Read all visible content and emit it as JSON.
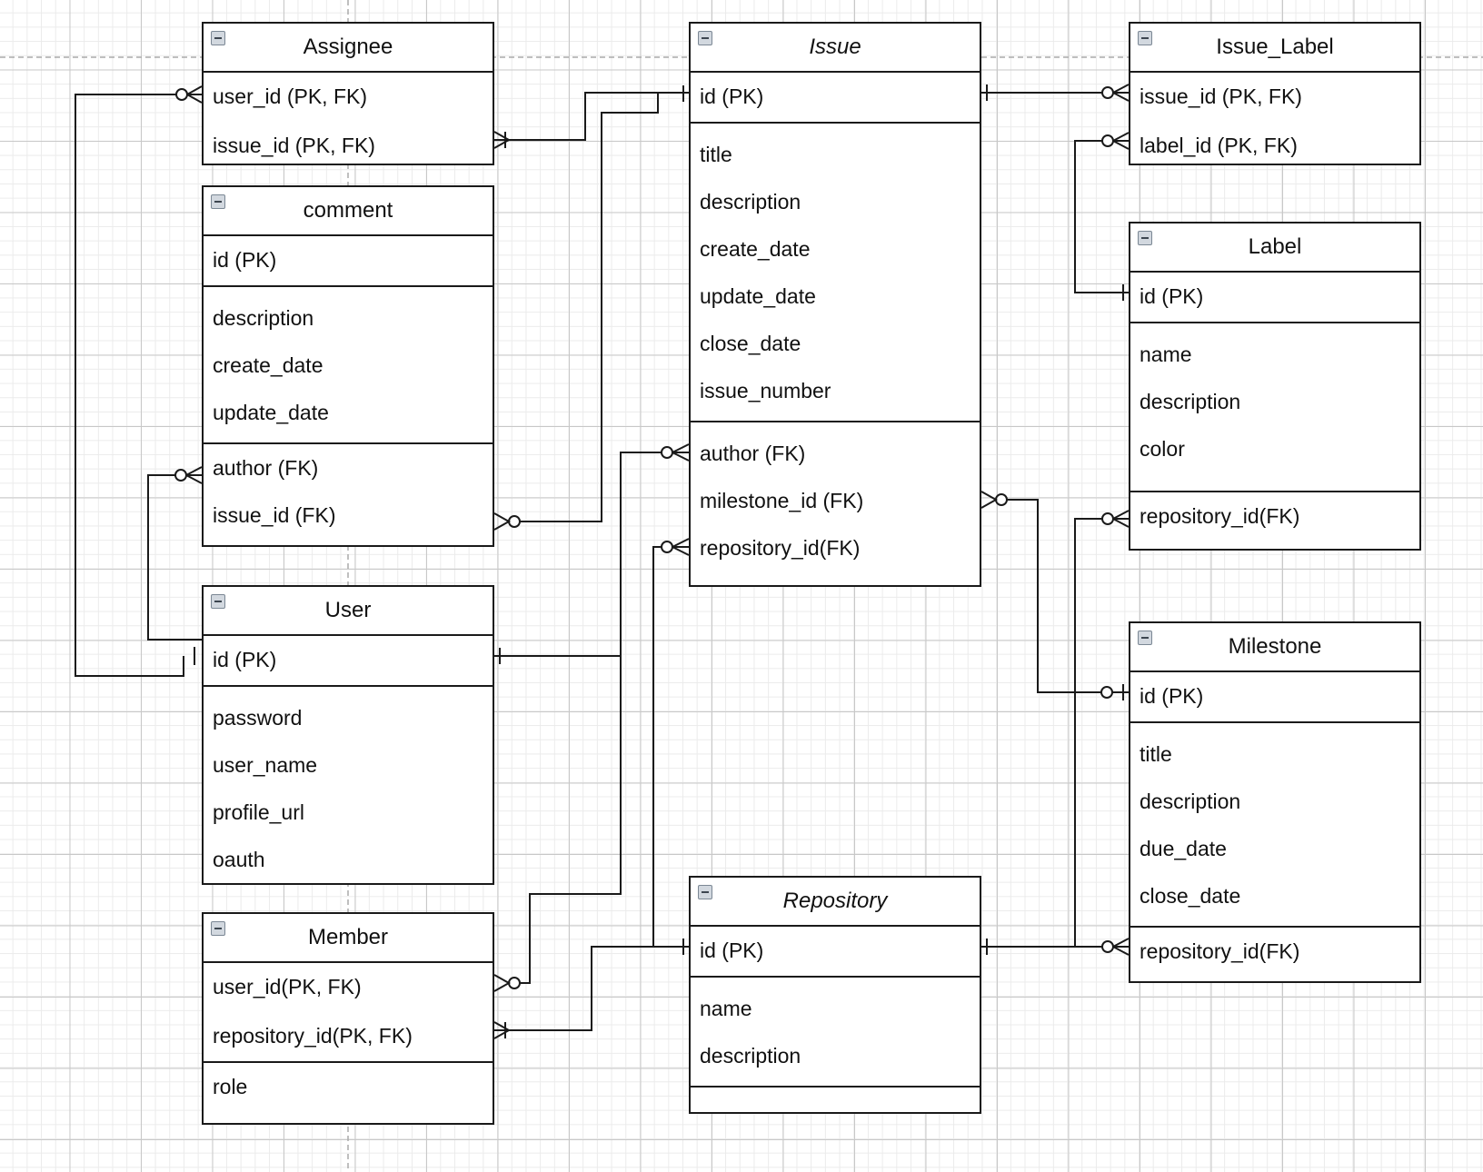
{
  "diagram": {
    "entities": {
      "assignee": {
        "title": "Assignee",
        "key_rows": [
          "user_id (PK, FK)",
          "issue_id (PK, FK)"
        ]
      },
      "comment": {
        "title": "comment",
        "key_rows": [
          "id (PK)"
        ],
        "attribute_rows": [
          "description",
          "create_date",
          "update_date"
        ],
        "fk_rows": [
          "author (FK)",
          "issue_id (FK)"
        ]
      },
      "user": {
        "title": "User",
        "key_rows": [
          "id (PK)"
        ],
        "attribute_rows": [
          "password",
          "user_name",
          "profile_url",
          "oauth"
        ]
      },
      "member": {
        "title": "Member",
        "key_rows": [
          "user_id(PK, FK)",
          "repository_id(PK, FK)"
        ],
        "attribute_rows": [
          "role"
        ]
      },
      "issue": {
        "title": "Issue",
        "key_rows": [
          "id (PK)"
        ],
        "attribute_rows": [
          "title",
          "description",
          "create_date",
          "update_date",
          "close_date",
          "issue_number"
        ],
        "fk_rows": [
          "author (FK)",
          "milestone_id (FK)",
          "repository_id(FK)"
        ]
      },
      "repository": {
        "title": "Repository",
        "key_rows": [
          "id (PK)"
        ],
        "attribute_rows": [
          "name",
          "description"
        ]
      },
      "issue_label": {
        "title": "Issue_Label",
        "key_rows": [
          "issue_id (PK, FK)",
          "label_id (PK, FK)"
        ]
      },
      "label": {
        "title": "Label",
        "key_rows": [
          "id (PK)"
        ],
        "attribute_rows": [
          "name",
          "description",
          "color"
        ],
        "fk_rows": [
          "repository_id(FK)"
        ]
      },
      "milestone": {
        "title": "Milestone",
        "key_rows": [
          "id (PK)"
        ],
        "attribute_rows": [
          "title",
          "description",
          "due_date",
          "close_date"
        ],
        "fk_rows": [
          "repository_id(FK)"
        ]
      }
    },
    "relationships": [
      {
        "from": "User.id (PK)",
        "to": "Assignee.user_id (PK, FK)",
        "from_end": "one",
        "to_end": "zero-or-many"
      },
      {
        "from": "Issue.id (PK)",
        "to": "Assignee.issue_id (PK, FK)",
        "from_end": "one",
        "to_end": "one-or-many"
      },
      {
        "from": "Issue.id (PK)",
        "to": "comment.issue_id (FK)",
        "from_end": "one",
        "to_end": "zero-or-many"
      },
      {
        "from": "User.id (PK)",
        "to": "comment.author (FK)",
        "from_end": "one",
        "to_end": "zero-or-many"
      },
      {
        "from": "User.id (PK)",
        "to": "Issue.author (FK)",
        "from_end": "one",
        "to_end": "zero-or-many"
      },
      {
        "from": "User.id (PK)",
        "to": "Member.user_id(PK, FK)",
        "from_end": "one",
        "to_end": "zero-or-many"
      },
      {
        "from": "Repository.id (PK)",
        "to": "Member.repository_id(PK, FK)",
        "from_end": "one",
        "to_end": "one-or-many"
      },
      {
        "from": "Repository.id (PK)",
        "to": "Issue.repository_id(FK)",
        "from_end": "one",
        "to_end": "zero-or-many"
      },
      {
        "from": "Issue.id (PK)",
        "to": "Issue_Label.issue_id (PK, FK)",
        "from_end": "one",
        "to_end": "zero-or-many"
      },
      {
        "from": "Label.id (PK)",
        "to": "Issue_Label.label_id (PK, FK)",
        "from_end": "one",
        "to_end": "zero-or-many"
      },
      {
        "from": "Milestone.id (PK)",
        "to": "Issue.milestone_id (FK)",
        "from_end": "zero-or-one",
        "to_end": "zero-or-many"
      },
      {
        "from": "Repository.id (PK)",
        "to": "Label.repository_id(FK)",
        "from_end": "one",
        "to_end": "zero-or-many"
      },
      {
        "from": "Repository.id (PK)",
        "to": "Milestone.repository_id(FK)",
        "from_end": "one",
        "to_end": "zero-or-many"
      }
    ]
  }
}
